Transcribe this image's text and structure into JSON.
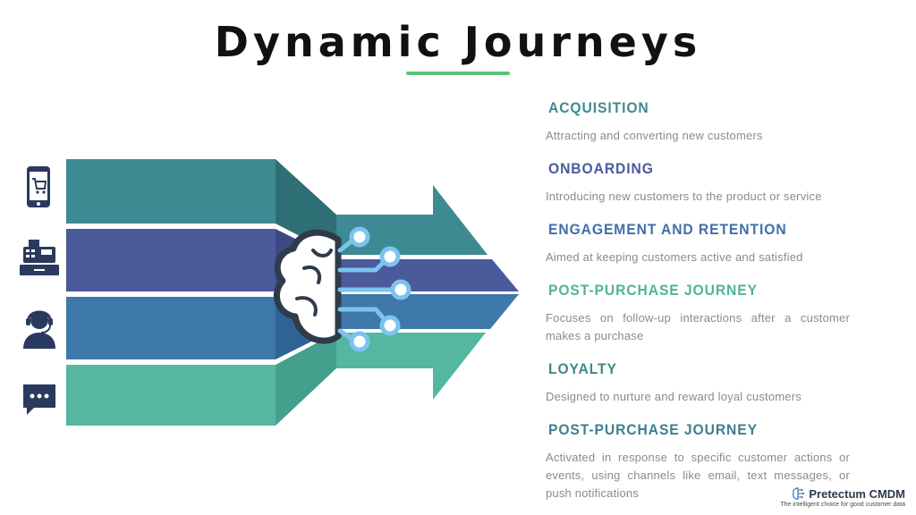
{
  "title": "Dynamic Journeys",
  "colors": {
    "underline": "#5cc177",
    "band_teal": "#3d8a92",
    "band_navy": "#4a5a9b",
    "band_blue": "#3f78ab",
    "band_green": "#55b6a2",
    "icon_navy": "#2a3a5e",
    "node_blue": "#7cc4ee"
  },
  "side_icons": [
    {
      "name": "mobile-shopping-cart-icon"
    },
    {
      "name": "cash-register-icon"
    },
    {
      "name": "customer-support-agent-icon"
    },
    {
      "name": "chat-bubble-icon"
    }
  ],
  "center_icon": "brain-circuit-icon",
  "stages": [
    {
      "title": "ACQUISITION",
      "description": "Attracting and converting new customers",
      "color": "#3d8a92"
    },
    {
      "title": "ONBOARDING",
      "description": "Introducing new customers to the product or service",
      "color": "#4a5a9b"
    },
    {
      "title": "ENGAGEMENT AND RETENTION",
      "description": "Aimed at keeping customers active and satisfied",
      "color": "#3f6faa"
    },
    {
      "title": "POST-PURCHASE JOURNEY",
      "description": "Focuses on follow-up interactions after a customer makes a purchase",
      "color": "#4fb39c"
    },
    {
      "title": "LOYALTY",
      "description": "Designed to nurture and reward loyal customers",
      "color": "#3d8a86"
    },
    {
      "title": "POST-PURCHASE JOURNEY",
      "description": "Activated in response to specific customer actions or events, using channels like email, text messages, or push notifications",
      "color": "#3f7f90"
    }
  ],
  "brand": {
    "name": "Pretectum CMDM",
    "tagline": "The intelligent choice for good customer data"
  }
}
